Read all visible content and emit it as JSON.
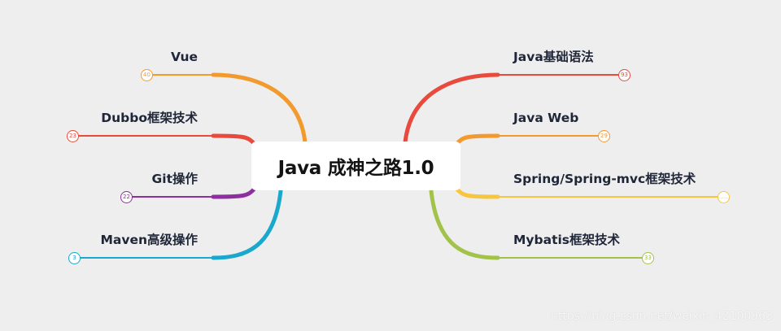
{
  "root": {
    "title": "Java 成神之路1.0"
  },
  "branches": [
    {
      "label": "Vue",
      "count": "40",
      "side": "left",
      "color": "#f39a2e"
    },
    {
      "label": "Dubbo框架技术",
      "count": "23",
      "side": "left",
      "color": "#e84a3c"
    },
    {
      "label": "Git操作",
      "count": "22",
      "side": "left",
      "color": "#8e2fa0"
    },
    {
      "label": "Maven高级操作",
      "count": "3",
      "side": "left",
      "color": "#1aa8cc"
    },
    {
      "label": "Java基础语法",
      "count": "93",
      "side": "right",
      "color": "#e84a3c"
    },
    {
      "label": "Java Web",
      "count": "29",
      "side": "right",
      "color": "#f39a2e"
    },
    {
      "label": "Spring/Spring-mvc框架技术",
      "count": "……",
      "side": "right",
      "color": "#f7c640"
    },
    {
      "label": "Mybatis框架技术",
      "count": "33",
      "side": "right",
      "color": "#a2c24a"
    }
  ],
  "watermark": "https://blog.csdn.net/weixin_42100963"
}
